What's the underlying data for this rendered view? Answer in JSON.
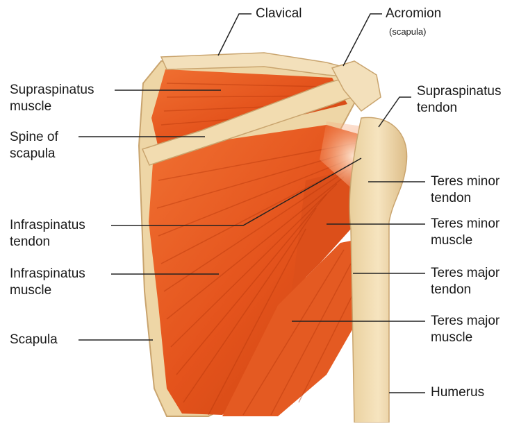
{
  "labels": {
    "clavical": "Clavical",
    "acromion": "Acromion",
    "acromion_sub": "(scapula)",
    "supraspinatus_muscle": [
      "Supraspinatus",
      "muscle"
    ],
    "spine_of_scapula": [
      "Spine of",
      "scapula"
    ],
    "infraspinatus_tendon": [
      "Infraspinatus",
      "tendon"
    ],
    "infraspinatus_muscle": [
      "Infraspinatus",
      "muscle"
    ],
    "scapula": "Scapula",
    "supraspinatus_tendon": [
      "Supraspinatus",
      "tendon"
    ],
    "teres_minor_tendon": [
      "Teres minor",
      "tendon"
    ],
    "teres_minor_muscle": [
      "Teres minor",
      "muscle"
    ],
    "teres_major_tendon": [
      "Teres major",
      "tendon"
    ],
    "teres_major_muscle": [
      "Teres major",
      "muscle"
    ],
    "humerus": "Humerus"
  },
  "colors": {
    "muscle": "#e8561f",
    "muscle_dark": "#c63a10",
    "muscle_light": "#f47a3c",
    "bone": "#f2dcb0",
    "bone_shade": "#d9b67f",
    "tendon": "#f6c9a6",
    "leader_line": "#222222"
  }
}
